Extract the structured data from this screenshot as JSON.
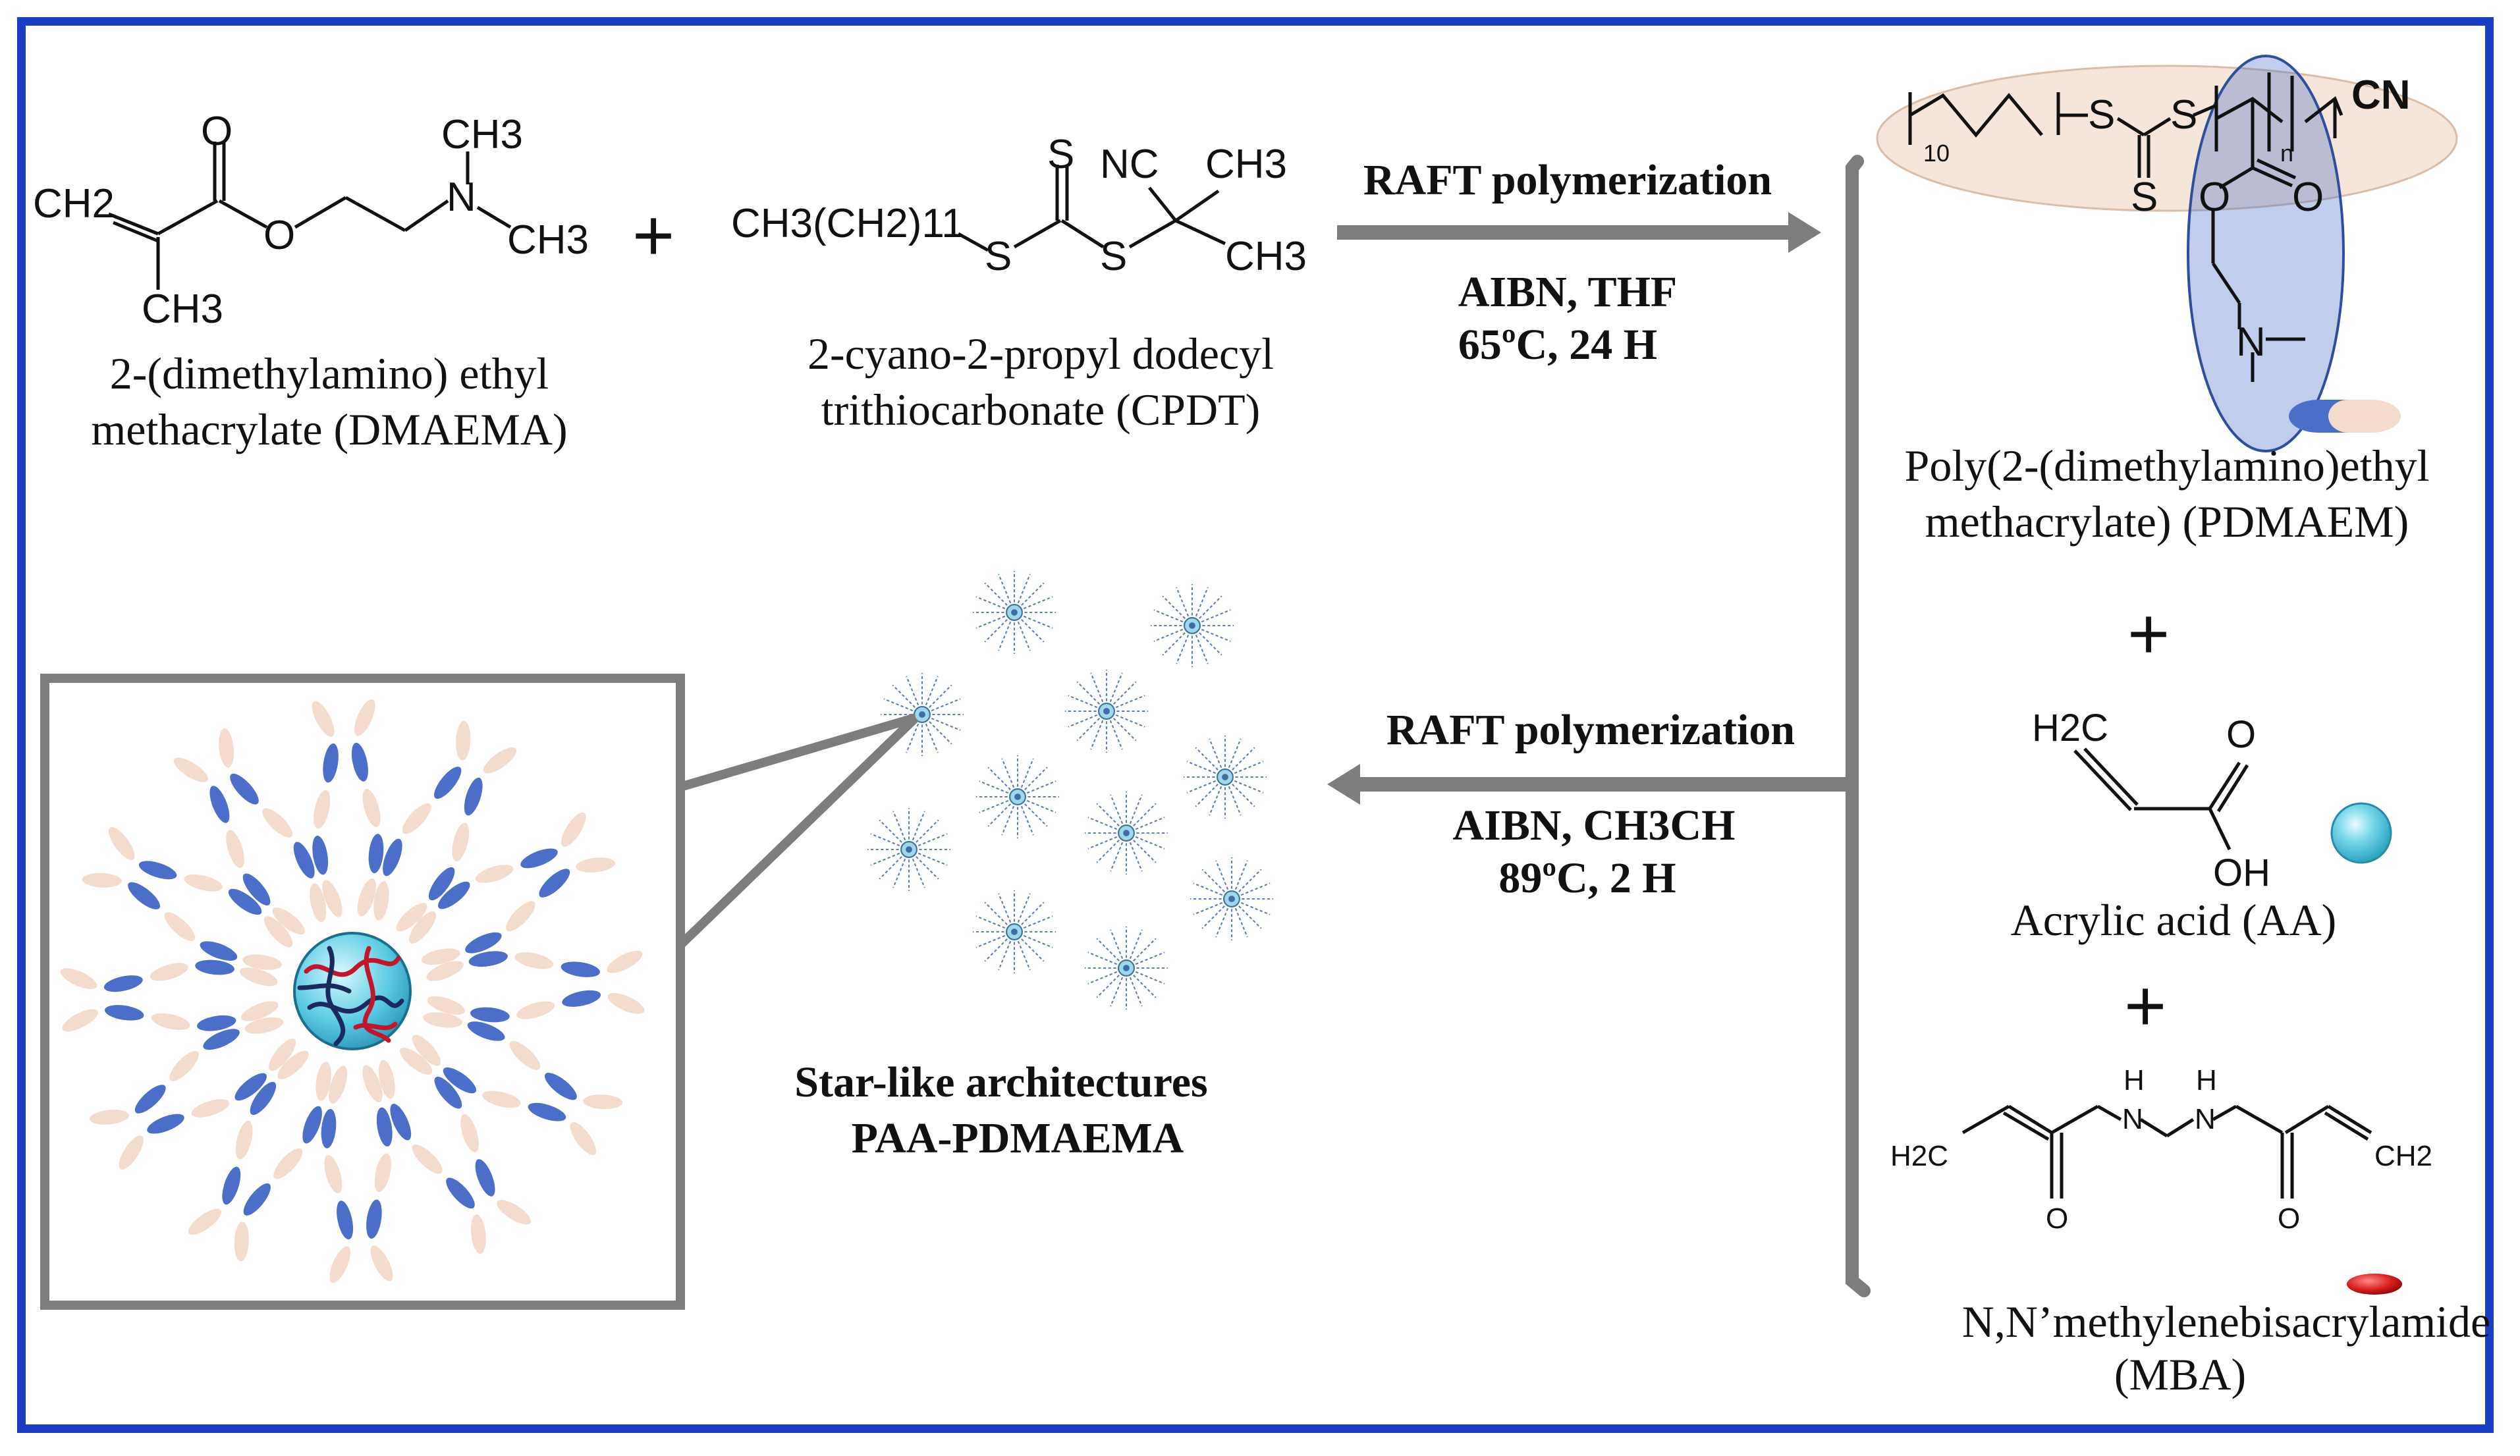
{
  "colors": {
    "frame": "#1c3ec4",
    "arrow": "#7d7d7d",
    "pdmaema_block": "#4b6fc8",
    "cta_block": "#f3dccd",
    "aa_sphere": "#79d8ea",
    "mba_ellipse": "#d81c1c"
  },
  "reagents": {
    "dmaema": {
      "atoms": {
        "ch2": "CH2",
        "o_carbonyl": "O",
        "o_ester": "O",
        "n": "N",
        "ch3_top": "CH3",
        "ch3_right": "CH3",
        "ch3_bottom": "CH3"
      },
      "name_line1": "2-(dimethylamino) ethyl",
      "name_line2": "methacrylate (DMAEMA)"
    },
    "plus_1": "+",
    "cpdt": {
      "atoms": {
        "chain": "CH3(CH2)11",
        "s1": "S",
        "s_thione": "S",
        "s2": "S",
        "nc": "NC",
        "ch3_top": "CH3",
        "ch3_bottom": "CH3"
      },
      "name_line1": "2-cyano-2-propyl dodecyl",
      "name_line2": "trithiocarbonate (CPDT)"
    }
  },
  "step1": {
    "title": "RAFT polymerization",
    "cond_line1": "AIBN, THF",
    "cond_line2": "65ºC, 24 H"
  },
  "pdmaema": {
    "atoms": {
      "s1": "S",
      "s_thione": "S",
      "s2": "S",
      "cn": "CN",
      "o1": "O",
      "o2": "O",
      "n": "N",
      "sub10": "10",
      "subn": "n"
    },
    "name_line1": "Poly(2-(dimethylamino)ethyl",
    "name_line2": "methacrylate) (PDMAEM)"
  },
  "plus_2": "+",
  "aa": {
    "atoms": {
      "h2c": "H2C",
      "o": "O",
      "oh": "OH"
    },
    "name": "Acrylic acid (AA)"
  },
  "plus_3": "+",
  "mba": {
    "atoms": {
      "h2c": "H2C",
      "ch2": "CH2",
      "n1": "N",
      "n2": "N",
      "h1": "H",
      "h2": "H",
      "o1": "O",
      "o2": "O"
    },
    "name_line1": "N,N’methylenebisacrylamide",
    "name_line2": "(MBA)"
  },
  "step2": {
    "title": "RAFT polymerization",
    "cond_line1": "AIBN, CH3CH",
    "cond_line2": "89ºC, 2 H"
  },
  "product": {
    "name_line1": "Star-like architectures",
    "name_line2": "PAA-PDMAEMA"
  }
}
